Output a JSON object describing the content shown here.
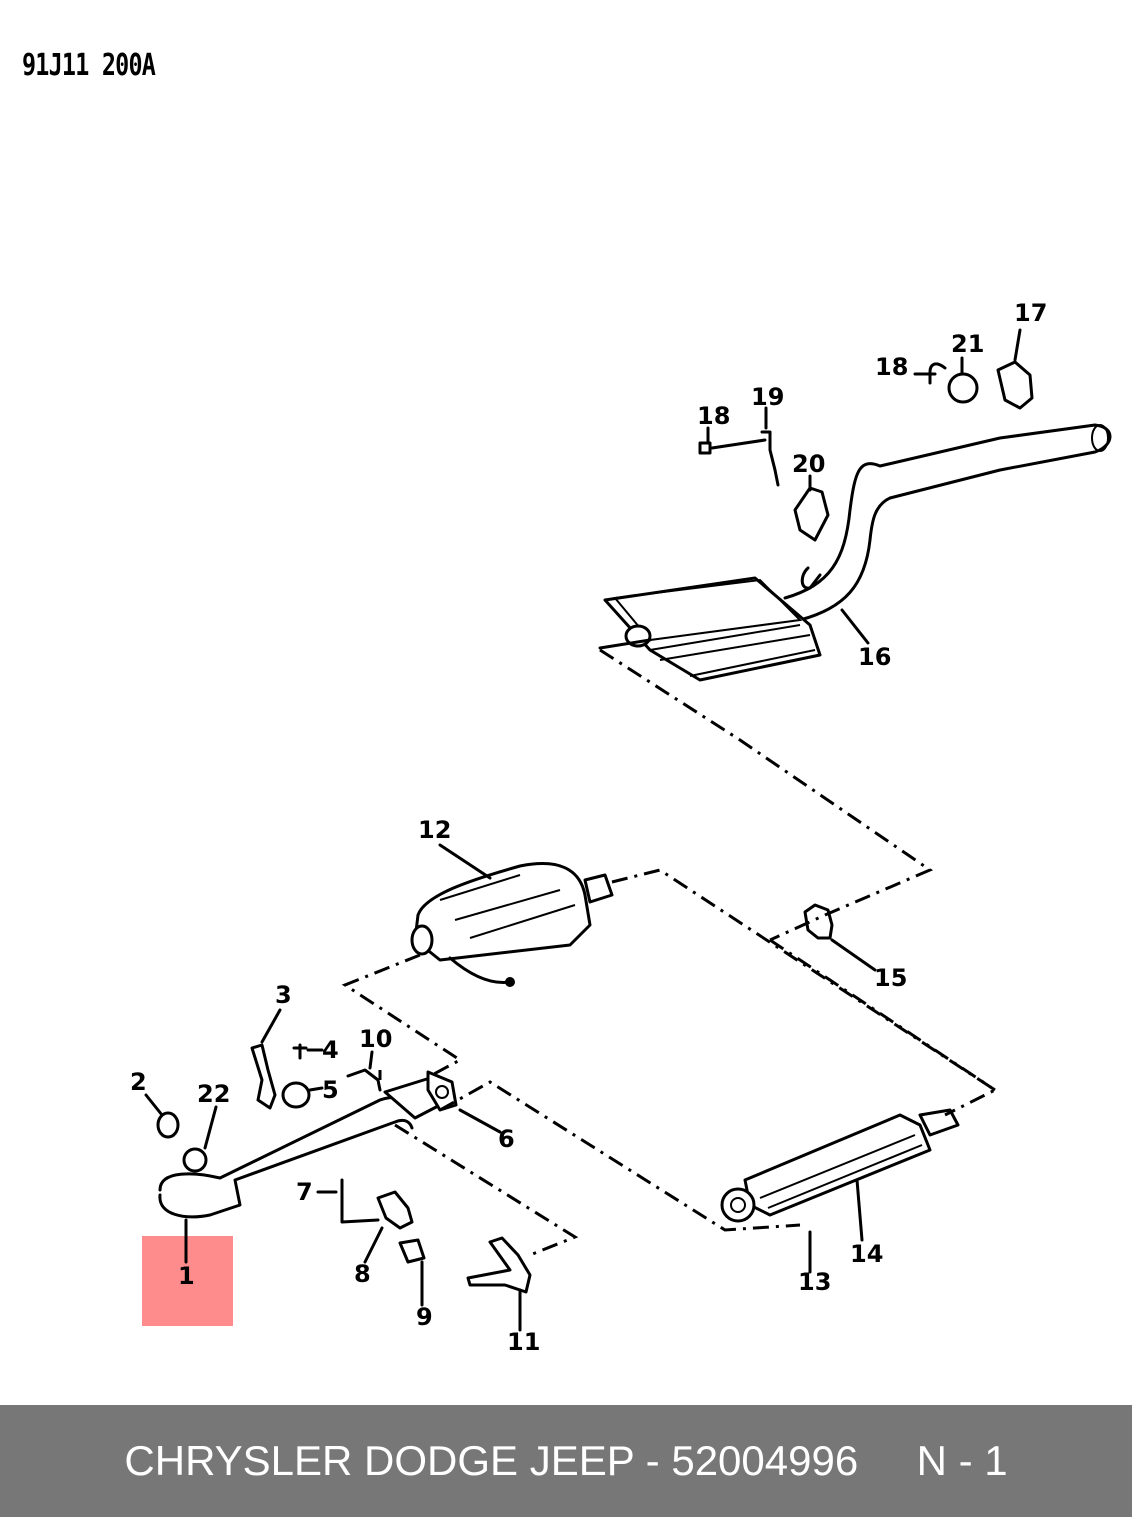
{
  "diagram_code": "91J11 200A",
  "highlight_color": "#ff8c8c",
  "callouts": {
    "c1": "1",
    "c2": "2",
    "c3": "3",
    "c4": "4",
    "c5": "5",
    "c6": "6",
    "c7": "7",
    "c8": "8",
    "c9": "9",
    "c10": "10",
    "c11": "11",
    "c12": "12",
    "c13": "13",
    "c14": "14",
    "c15": "15",
    "c16": "16",
    "c17": "17",
    "c18a": "18",
    "c18b": "18",
    "c19": "19",
    "c20": "20",
    "c21": "21",
    "c22": "22"
  },
  "footer": {
    "brand_part": "CHRYSLER DODGE JEEP - 52004996",
    "position": "N - 1"
  }
}
